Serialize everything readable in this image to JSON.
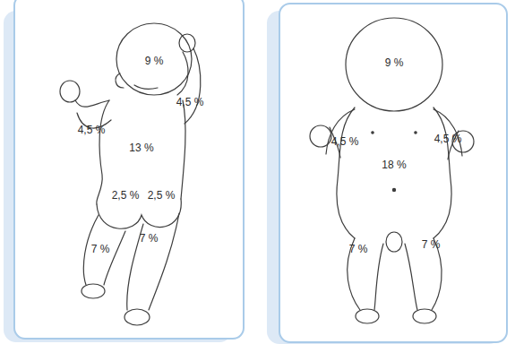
{
  "diagram": {
    "labels": [
      "9 %",
      "4,5 %",
      "4,5 %",
      "13 %",
      "2,5 %",
      "2,5 %",
      "7 %",
      "7 %",
      "9 %",
      "4,5 %",
      "4,5 %",
      "18 %",
      "7 %",
      "7 %"
    ]
  }
}
